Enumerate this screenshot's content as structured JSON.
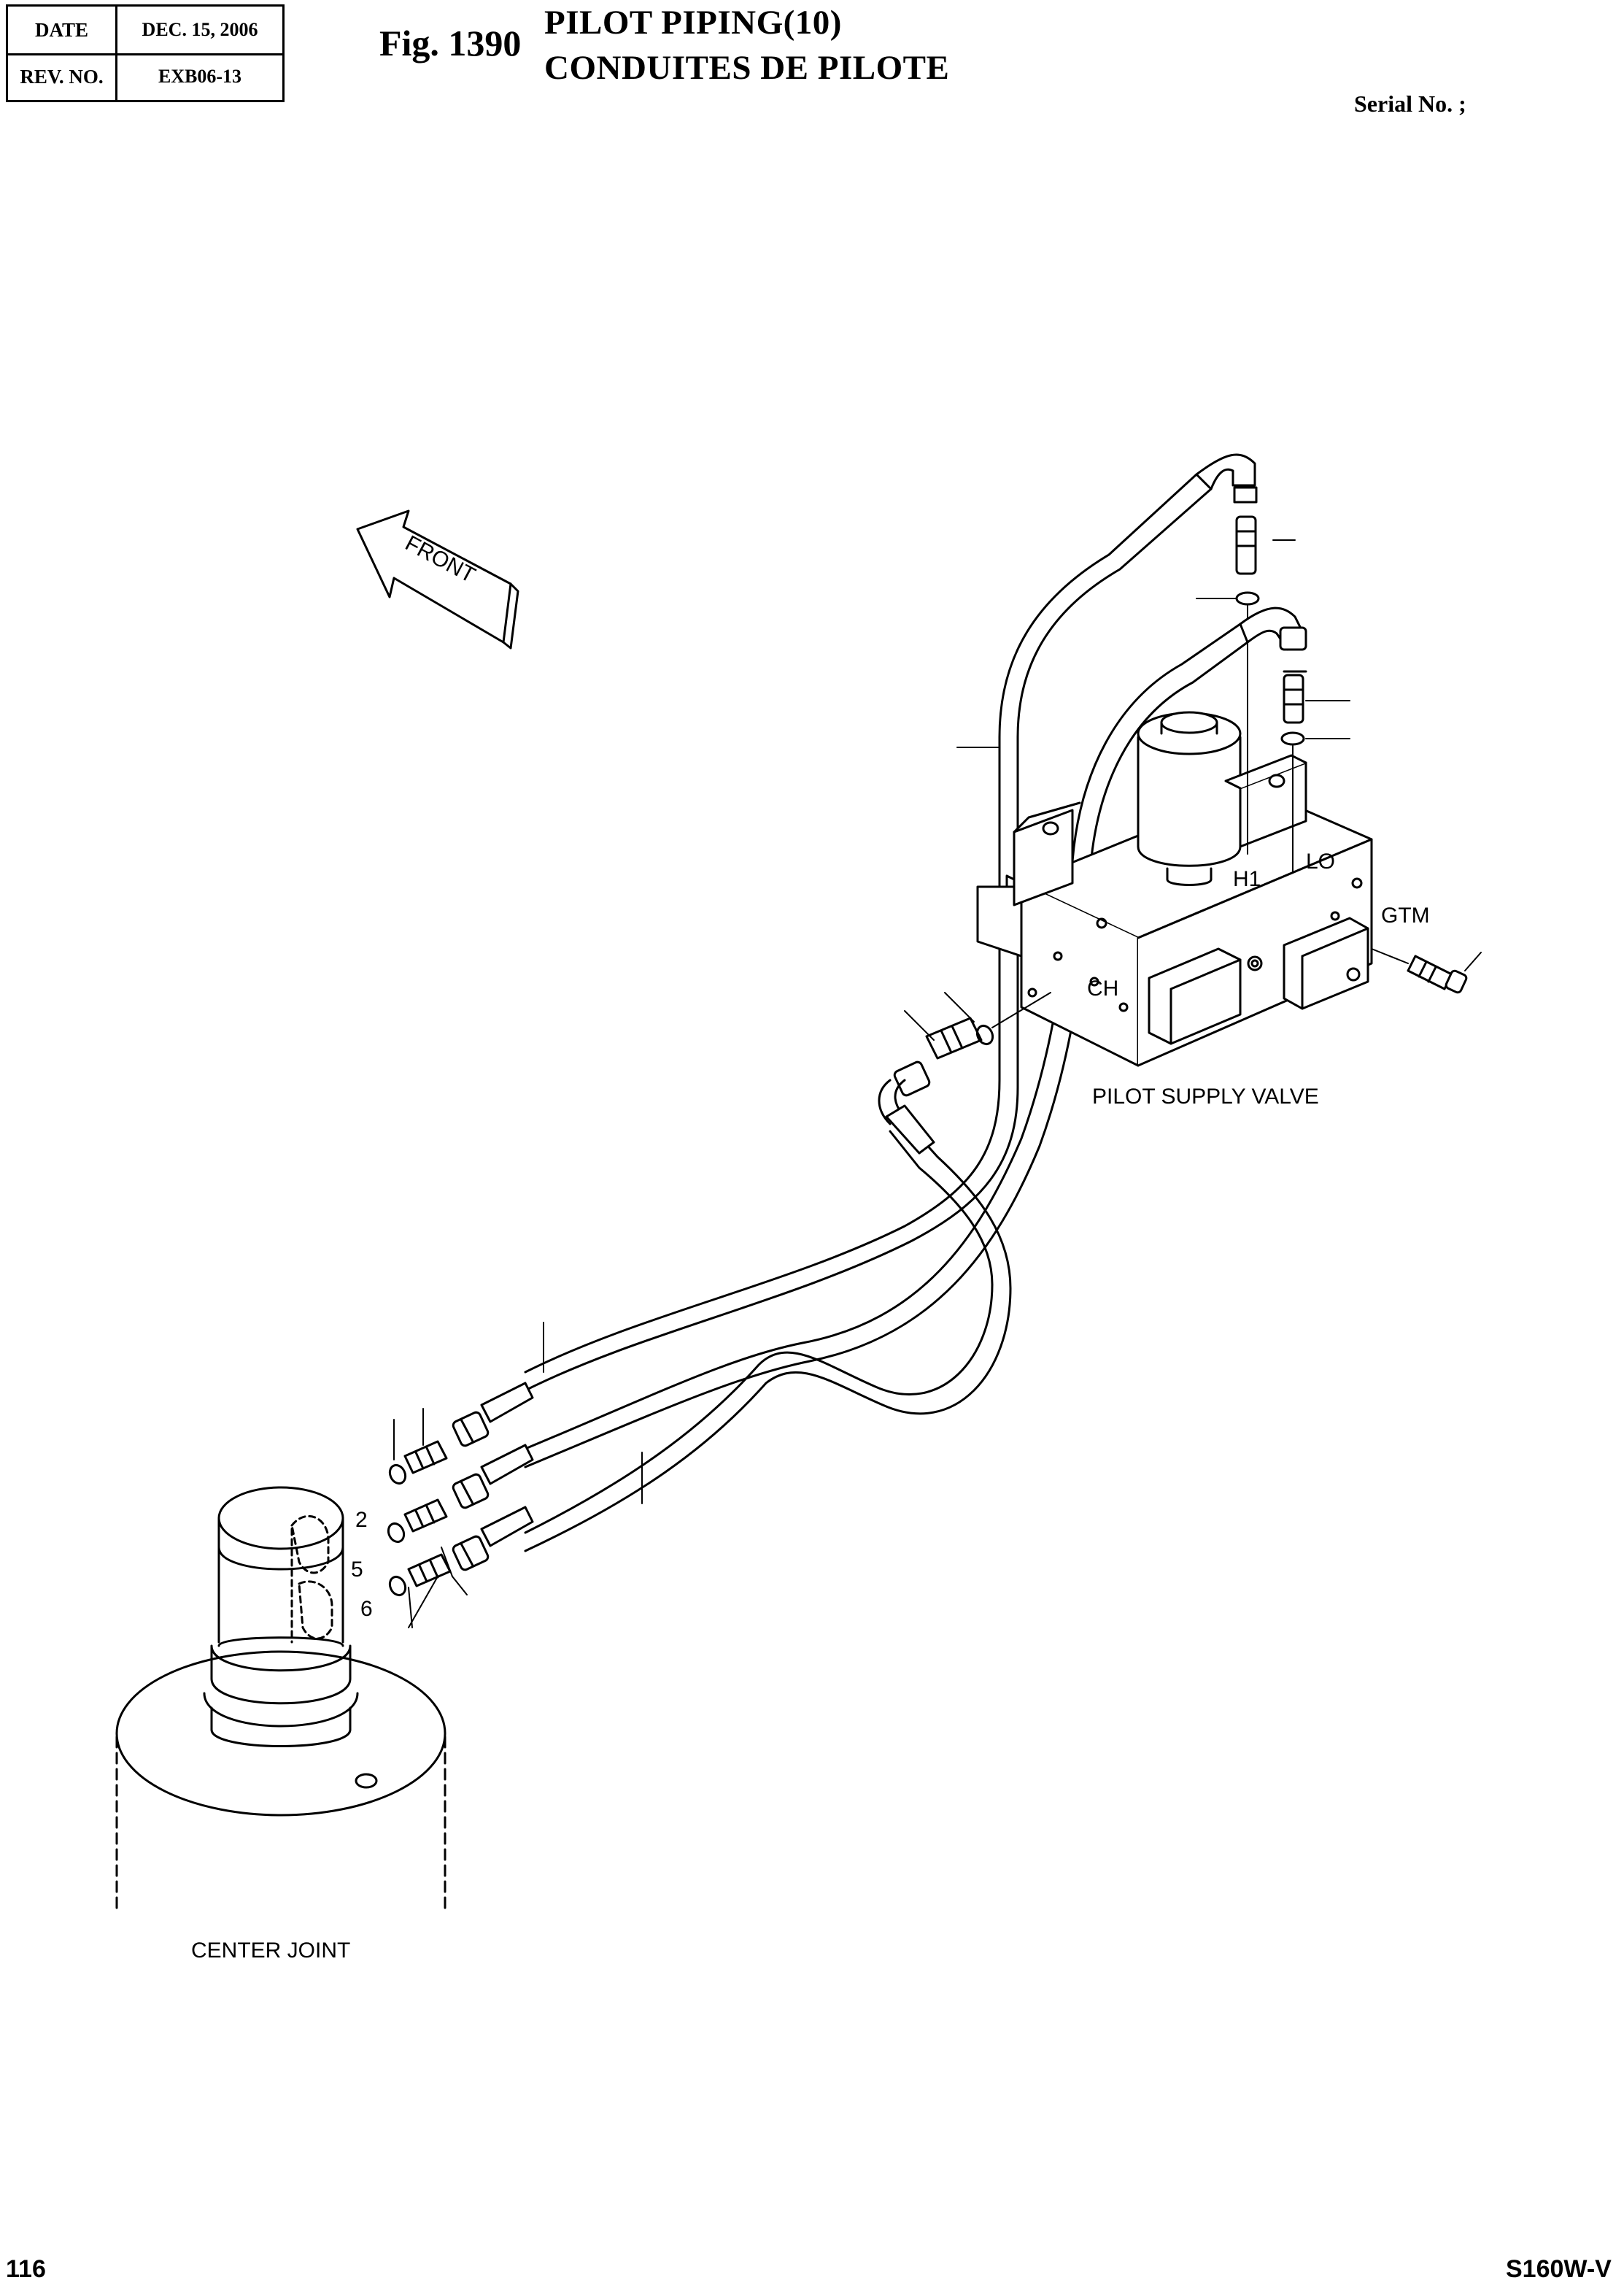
{
  "header": {
    "date_label": "DATE",
    "date_value": "DEC. 15, 2006",
    "rev_label": "REV. NO.",
    "rev_value": "EXB06-13"
  },
  "figure": {
    "number": "Fig. 1390",
    "title_line1": "PILOT PIPING(10)",
    "title_line2": "CONDUITES DE PILOTE",
    "serial": "Serial No. ;"
  },
  "labels": {
    "front": "FRONT",
    "pilot_supply_valve": "PILOT SUPPLY VALVE",
    "center_joint": "CENTER JOINT",
    "port_h1": "H1",
    "port_lo": "LO",
    "port_gtm": "GTM",
    "port_ch": "CH",
    "callout_2": "2",
    "callout_5": "5",
    "callout_6": "6"
  },
  "footer": {
    "page": "116",
    "model": "S160W-V"
  }
}
